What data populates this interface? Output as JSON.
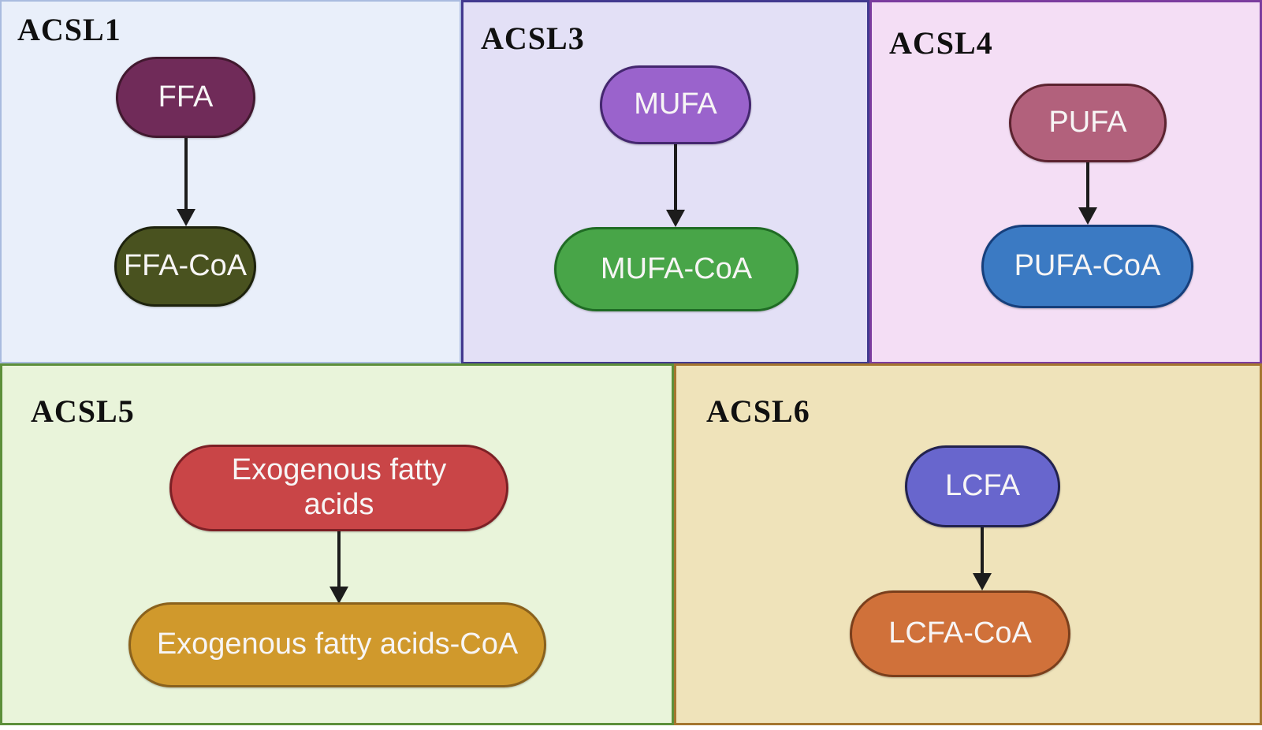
{
  "figure": {
    "arrow_color": "#1c1c1c",
    "panels": [
      {
        "title": "ACSL1",
        "bg": "#e9effa",
        "border": "#a9bbdf",
        "substrate": {
          "label": "FFA",
          "fill": "#702b59",
          "stroke": "#41192f"
        },
        "product": {
          "label": "FFA-CoA",
          "fill": "#49521f",
          "stroke": "#1d220c"
        }
      },
      {
        "title": "ACSL3",
        "bg": "#e3e0f6",
        "border": "#42398f",
        "substrate": {
          "label": "MUFA",
          "fill": "#9a63cc",
          "stroke": "#44276f"
        },
        "product": {
          "label": "MUFA-CoA",
          "fill": "#48a548",
          "stroke": "#1f6b24"
        }
      },
      {
        "title": "ACSL4",
        "bg": "#f4def5",
        "border": "#7b3c9e",
        "substrate": {
          "label": "PUFA",
          "fill": "#b2617c",
          "stroke": "#5c2330"
        },
        "product": {
          "label": "PUFA-CoA",
          "fill": "#3b7ac3",
          "stroke": "#163f7c"
        }
      },
      {
        "title": "ACSL5",
        "bg": "#e9f4da",
        "border": "#5d8f3a",
        "substrate": {
          "label": "Exogenous fatty acids",
          "fill": "#c94547",
          "stroke": "#7c2025"
        },
        "product": {
          "label": "Exogenous fatty acids-CoA",
          "fill": "#d0992c",
          "stroke": "#8a611c"
        }
      },
      {
        "title": "ACSL6",
        "bg": "#efe3ba",
        "border": "#a5762f",
        "substrate": {
          "label": "LCFA",
          "fill": "#6866cd",
          "stroke": "#22224e"
        },
        "product": {
          "label": "LCFA-CoA",
          "fill": "#d0713a",
          "stroke": "#7a3f1c"
        }
      }
    ]
  }
}
